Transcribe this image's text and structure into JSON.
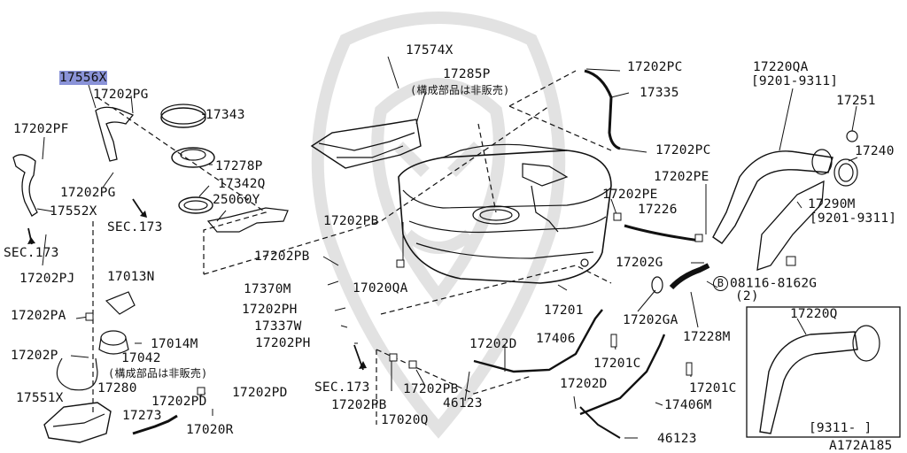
{
  "labels": {
    "p17556x": "17556X",
    "p17202pg_a": "17202PG",
    "p17343": "17343",
    "p17202pf": "17202PF",
    "p17278p": "17278P",
    "p17202pg_b": "17202PG",
    "p17342q": "17342Q",
    "p17552x": "17552X",
    "p25060y": "25060Y",
    "sec173_a": "SEC.173",
    "sec173_b": "SEC.173",
    "p17202pj": "17202PJ",
    "p17013n": "17013N",
    "p17202pa": "17202PA",
    "p17014m": "17014M",
    "p17202p": "17202P",
    "p17042": "17042",
    "note_a": "(構成部品は非販売)",
    "p17551x": "17551X",
    "p17280": "17280",
    "p17202pd_a": "17202PD",
    "p17202pd_b": "17202PD",
    "p17273": "17273",
    "p17020r": "17020R",
    "p17574x": "17574X",
    "p17285p": "17285P",
    "note_b": "(構成部品は非販売)",
    "p17202pc_a": "17202PC",
    "p17335": "17335",
    "p17202pc_b": "17202PC",
    "p17202pb_a": "17202PB",
    "p17202pb_b": "17202PB",
    "p17370m": "17370M",
    "p17020qa": "17020QA",
    "p17202ph_a": "17202PH",
    "p17337w": "17337W",
    "p17202ph_b": "17202PH",
    "sec173_c": "SEC.173",
    "p17202pb_c": "17202PB",
    "p17202pb_d": "17202PB",
    "p17020q": "17020Q",
    "p46123_a": "46123",
    "p17202d_a": "17202D",
    "p17406": "17406",
    "p17201c_a": "17201C",
    "p17202d_b": "17202D",
    "p17201c_b": "17201C",
    "p17406m": "17406M",
    "p46123_b": "46123",
    "p17201": "17201",
    "p17202ga": "17202GA",
    "p17228m": "17228M",
    "p17202pe": "17202PE",
    "p17226": "17226",
    "p17202g": "17202G",
    "bolt_code": "08116-8162G",
    "bolt_circle": "B",
    "bolt_qty": "(2)",
    "p17220qa": "17220QA",
    "range_a": "[9201-9311]",
    "p17251": "17251",
    "p17240": "17240",
    "p17290m": "17290M",
    "range_b": "[9201-9311]",
    "inset_part": "17220Q",
    "inset_range": "[9311-      ]",
    "diagram_code": "A172A185"
  },
  "highlight_color": "#8a93d8"
}
